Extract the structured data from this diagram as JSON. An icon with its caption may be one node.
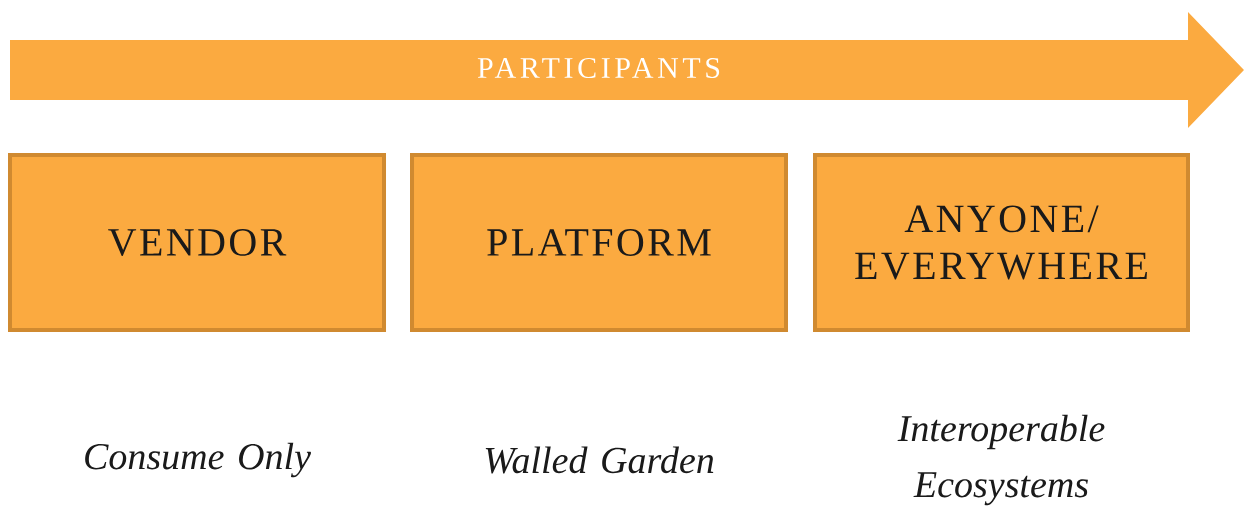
{
  "diagram": {
    "nodes": [
      {
        "text": [
          "PARTICIPANTS"
        ]
      },
      {
        "text": [
          "VENDOR"
        ],
        "beside": [
          "*Consume Only*"
        ]
      },
      {
        "text": [
          "PLATFORM"
        ],
        "beside": [
          "*Walled Garden*"
        ]
      },
      {
        "text": [
          "ANYONE/ EVERYWHERE"
        ],
        "beside": [
          "*Interoperable Ecosystems*"
        ]
      }
    ]
  }
}
